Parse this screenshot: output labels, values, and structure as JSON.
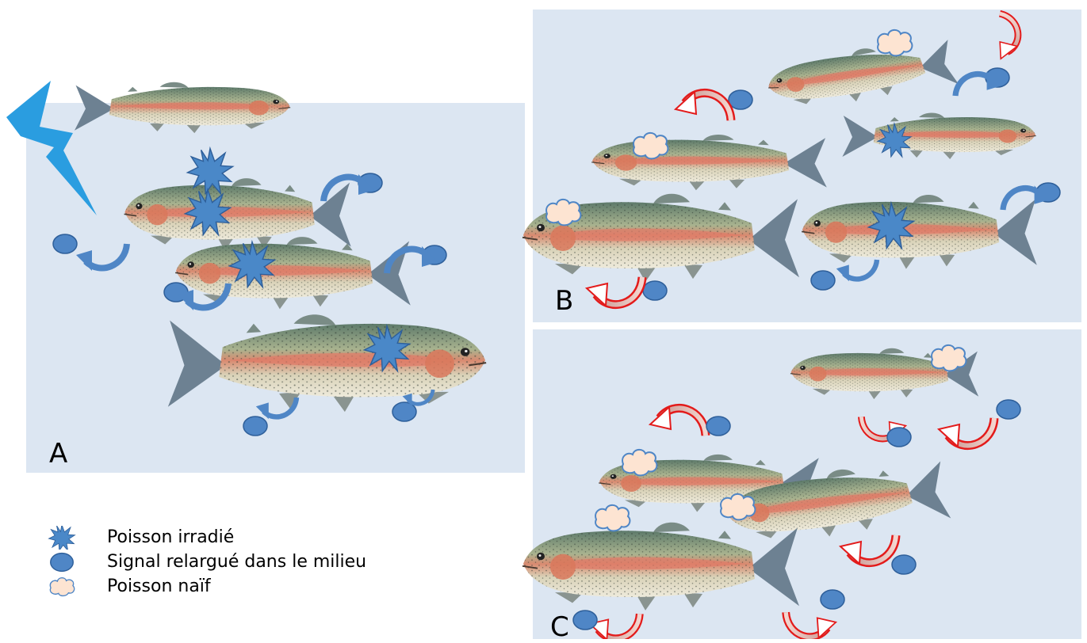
{
  "panels": {
    "a_label": "A",
    "b_label": "B",
    "c_label": "C"
  },
  "legend": {
    "irradiated": "Poisson irradié",
    "signal": "Signal relargué dans le milieu",
    "naive": "Poisson naïf"
  },
  "colors": {
    "panel_bg": "#dce6f2",
    "signal_blue": "#4f86c6",
    "red_arrow": "#e31b1b",
    "naive_cloud": "#fde4d2",
    "lightning": "#2a9de0"
  },
  "icons": {
    "irradiated": "star-burst-icon",
    "signal": "ellipse-icon",
    "naive": "cloud-icon",
    "radiation": "lightning-icon"
  }
}
